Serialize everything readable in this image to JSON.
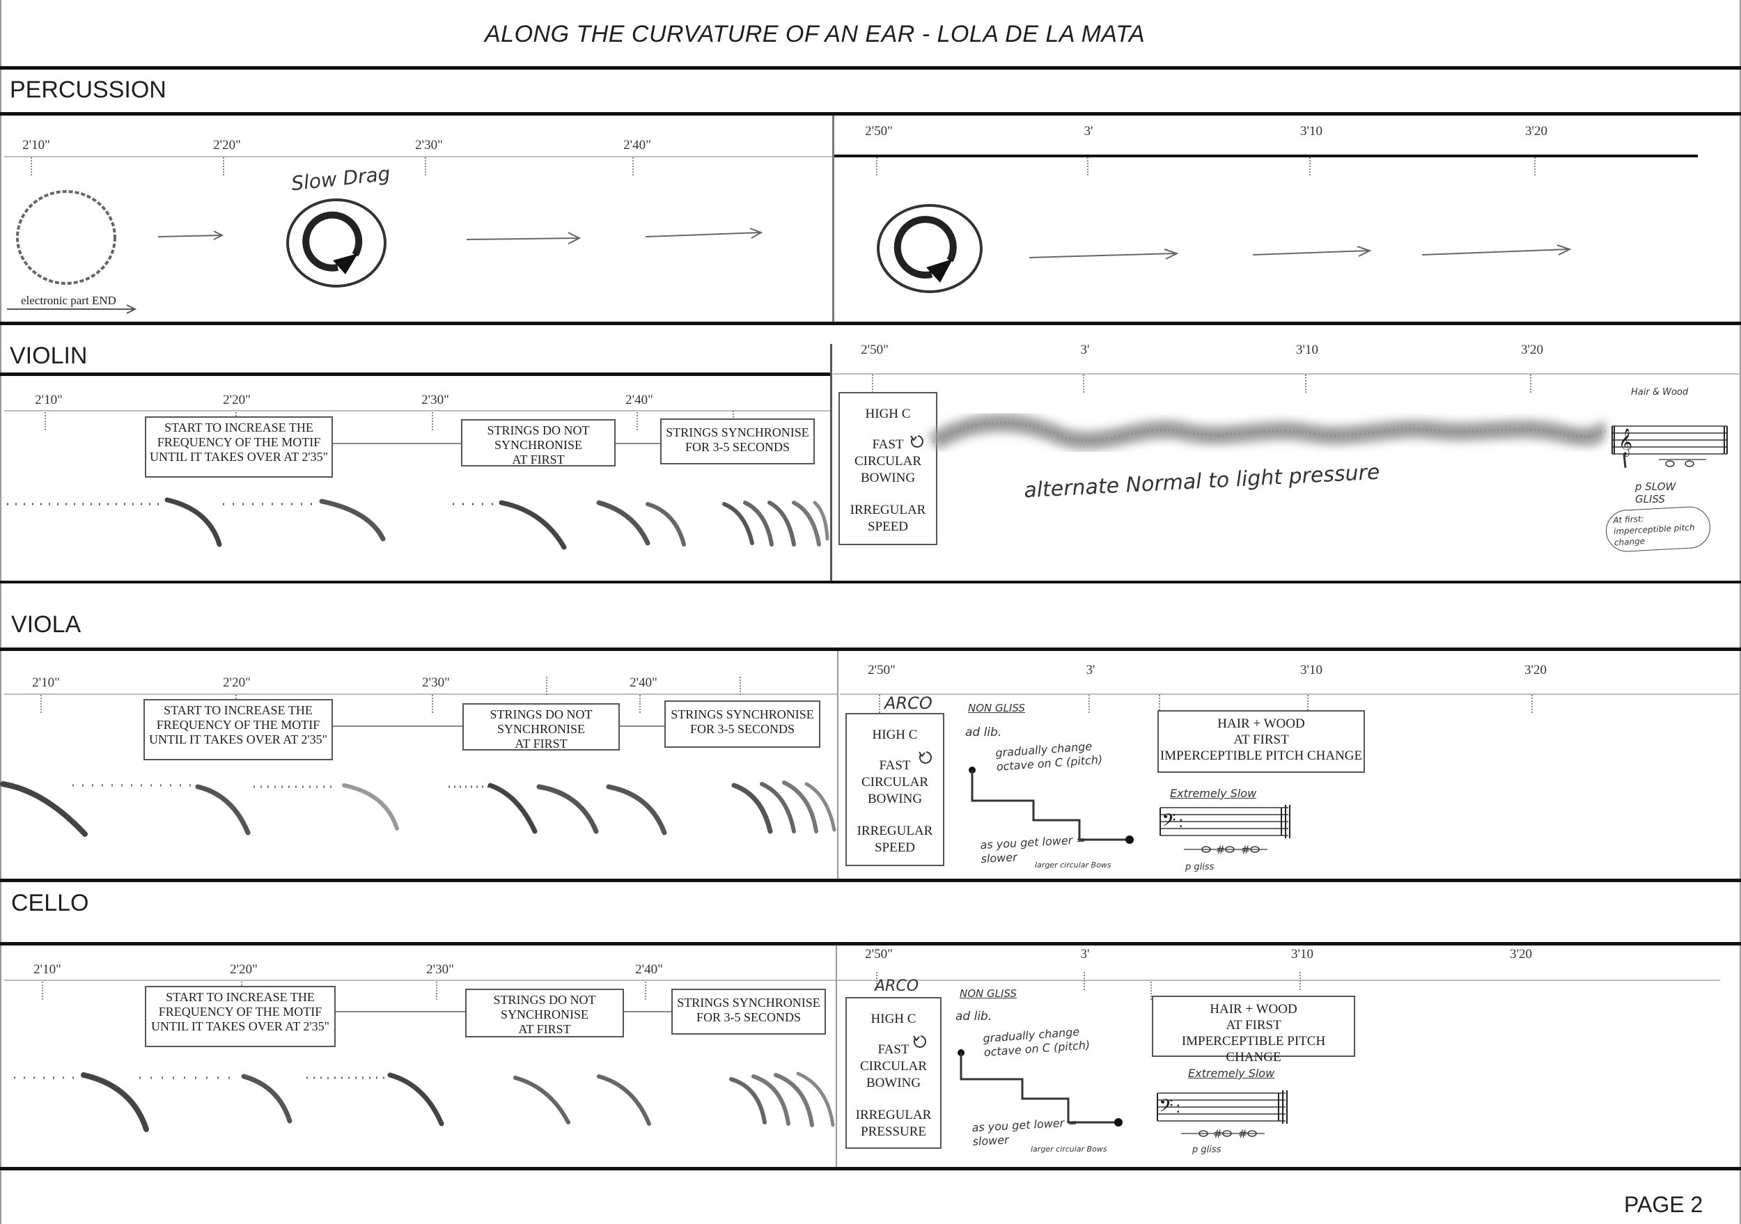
{
  "title": "ALONG THE CURVATURE OF AN EAR  - LOLA DE LA MATA",
  "page": "PAGE 2",
  "sections": {
    "percussion": {
      "label": "PERCUSSION",
      "ticks_a": [
        "2'10\"",
        "2'20\"",
        "2'30\"",
        "2'40\""
      ],
      "ticks_b": [
        "2'50\"",
        "3'",
        "3'10",
        "3'20"
      ],
      "slow_drag": "Slow Drag",
      "electronic_end": "electronic part END"
    },
    "violin": {
      "label": "VIOLIN",
      "ticks_a": [
        "2'10\"",
        "2'20\"",
        "2'30\"",
        "2'40\""
      ],
      "ticks_b": [
        "2'50\"",
        "3'",
        "3'10",
        "3'20"
      ],
      "box1": [
        "START TO INCREASE THE",
        "FREQUENCY OF THE MOTIF",
        "UNTIL IT TAKES OVER AT 2'35\""
      ],
      "box2": [
        "STRINGS DO NOT",
        "SYNCHRONISE",
        "AT FIRST"
      ],
      "box3": [
        "STRINGS SYNCHRONISE",
        "FOR 3-5 SECONDS"
      ],
      "instr": [
        "HIGH C",
        "FAST",
        "CIRCULAR",
        "BOWING",
        "IRREGULAR",
        "SPEED"
      ],
      "pressure_note": "alternate Normal to light pressure",
      "hair_wood": "Hair & Wood",
      "gliss": "p SLOW GLISS",
      "at_first": "At first: imperceptible pitch change"
    },
    "viola": {
      "label": "VIOLA",
      "ticks_a": [
        "2'10\"",
        "2'20\"",
        "2'30\"",
        "2'40\""
      ],
      "ticks_b": [
        "2'50\"",
        "3'",
        "3'10",
        "3'20"
      ],
      "box1": [
        "START TO INCREASE THE",
        "FREQUENCY OF THE MOTIF",
        "UNTIL IT TAKES OVER AT 2'35\""
      ],
      "box2": [
        "STRINGS DO NOT",
        "SYNCHRONISE",
        "AT FIRST"
      ],
      "box3": [
        "STRINGS  SYNCHRONISE",
        "FOR 3-5 SECONDS"
      ],
      "arco": "ARCO",
      "non_gliss": "NON GLISS",
      "instr": [
        "HIGH C",
        "FAST",
        "CIRCULAR",
        "BOWING",
        "IRREGULAR",
        "SPEED"
      ],
      "ad_lib": "ad lib.",
      "gradually": "gradually change octave on C (pitch)",
      "lower": "as you get lower = slower",
      "larger": "larger circular Bows",
      "hair_box": [
        "HAIR + WOOD",
        "AT FIRST",
        "IMPERCEPTIBLE PITCH CHANGE"
      ],
      "extremely_slow": "Extremely Slow",
      "p_gliss": "p gliss"
    },
    "cello": {
      "label": "CELLO",
      "ticks_a": [
        "2'10\"",
        "2'20\"",
        "2'30\"",
        "2'40\""
      ],
      "ticks_b": [
        "2'50\"",
        "3'",
        "3'10",
        "3'20"
      ],
      "box1": [
        "START TO INCREASE THE",
        "FREQUENCY OF THE MOTIF",
        "UNTIL IT TAKES OVER AT 2'35\""
      ],
      "box2": [
        "STRINGS DO NOT",
        "SYNCHRONISE",
        "AT FIRST"
      ],
      "box3": [
        "STRINGS  SYNCHRONISE",
        "FOR 3-5 SECONDS"
      ],
      "arco": "ARCO",
      "non_gliss": "NON GLISS",
      "instr": [
        "HIGH C",
        "FAST",
        "CIRCULAR",
        "BOWING",
        "IRREGULAR",
        "PRESSURE"
      ],
      "ad_lib": "ad lib.",
      "gradually": "gradually change octave on C (pitch)",
      "lower": "as you get lower = slower",
      "larger": "larger circular Bows",
      "hair_box": [
        "HAIR + WOOD",
        "AT FIRST",
        "IMPERCEPTIBLE PITCH CHANGE"
      ],
      "extremely_slow": "Extremely Slow",
      "p_gliss": "p gliss"
    }
  }
}
